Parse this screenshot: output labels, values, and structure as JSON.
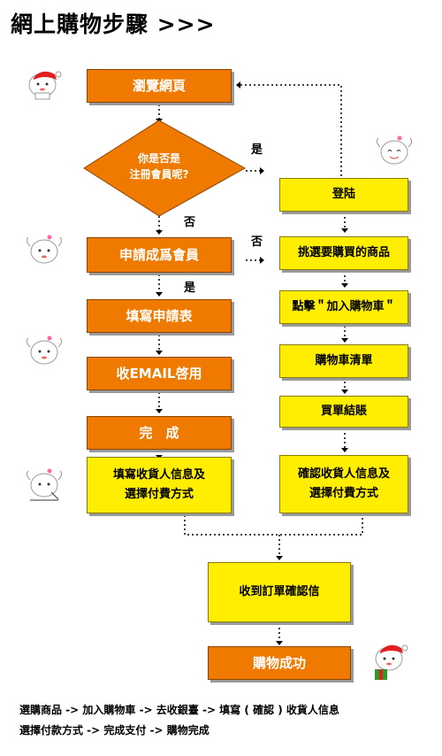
{
  "title": "網上購物步驟 >>>",
  "left": {
    "browse": "瀏覽網頁",
    "decision_line1": "你是否是",
    "decision_line2": "注冊會員呢?",
    "apply": "申請成爲會員",
    "fill_form": "填寫申請表",
    "activate": "收EMAIL啓用",
    "done": "完　成",
    "recipient_line1": "填寫收貨人信息及",
    "recipient_line2": "選擇付費方式"
  },
  "right": {
    "login": "登陆",
    "pick": "挑選要購買的商品",
    "add_cart": "點擊＂加入購物車＂",
    "cart_list": "購物車清單",
    "checkout": "買單結賬",
    "confirm_line1": "確認收貨人信息及",
    "confirm_line2": "選擇付費方式"
  },
  "bottom": {
    "email": "收到訂單確認信",
    "success": "購物成功"
  },
  "labels": {
    "yes_right": "是",
    "no_down": "否",
    "no_right": "否",
    "yes_down": "是"
  },
  "footer": {
    "line1": "選購商品 -> 加入購物車 ->  去收銀臺 -> 填寫 ( 確認 ) 收貨人信息",
    "line2": "選擇付款方式 -> 完成支付 -> 購物完成"
  },
  "colors": {
    "orange": "#f07a00",
    "yellow": "#ffee00"
  }
}
